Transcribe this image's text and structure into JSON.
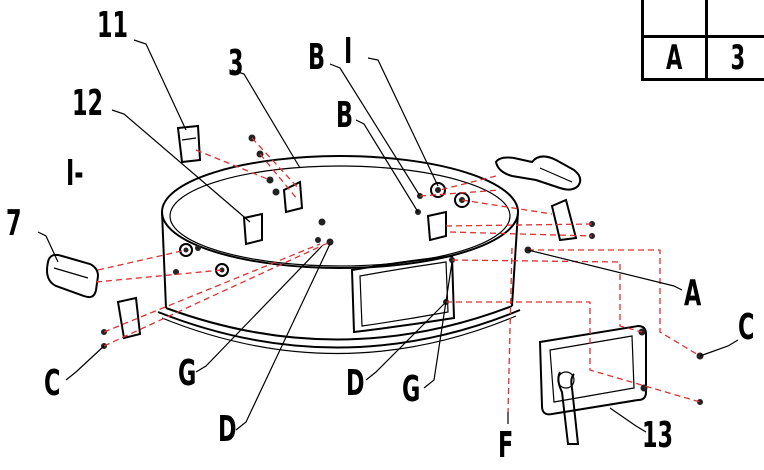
{
  "part_labels": {
    "p11": "11",
    "p3": "3",
    "p12": "12",
    "pI_left": "I-",
    "p7": "7",
    "pC_left": "C",
    "pG_left": "G",
    "pD_low": "D",
    "pB_top": "B",
    "pI_top": "I",
    "pB_mid": "B",
    "pA": "A",
    "pC_right": "C",
    "pD_mid": "D",
    "pG_mid": "G",
    "pF": "F",
    "p13": "13"
  },
  "table": {
    "row1": [
      "",
      ""
    ],
    "row2": [
      "A",
      "3"
    ]
  },
  "colors": {
    "ink": "#000000",
    "dash": "#e03030"
  }
}
